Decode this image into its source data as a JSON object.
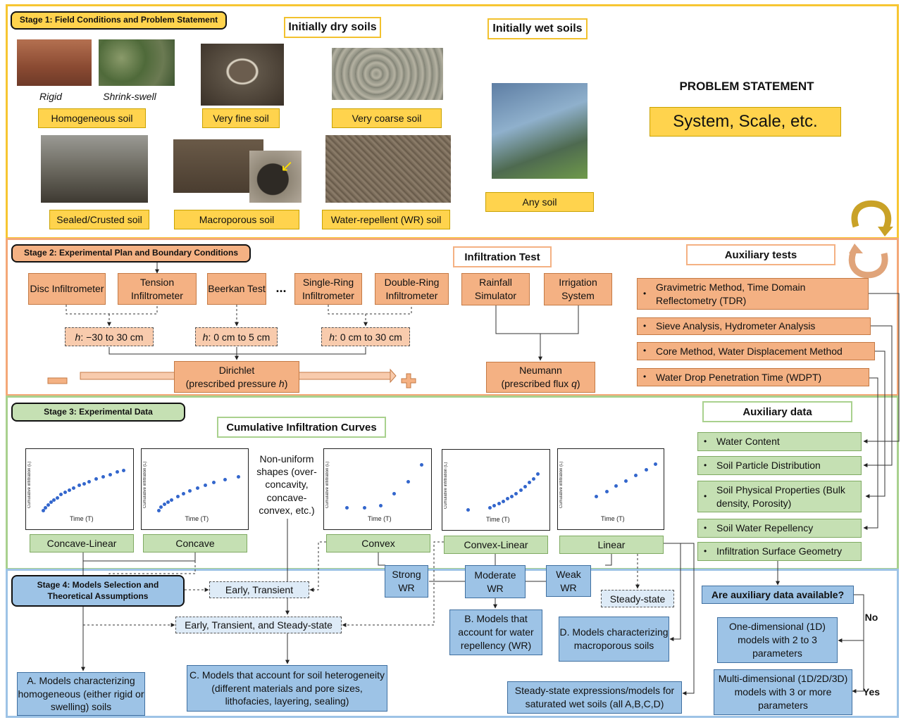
{
  "stage1": {
    "title": "Stage 1: Field Conditions and Problem Statement",
    "dry_heading": "Initially dry soils",
    "wet_heading": "Initially wet soils",
    "captions": {
      "rigid": "Rigid",
      "shrink_swell": "Shrink-swell"
    },
    "labels": {
      "homogeneous": "Homogeneous soil",
      "very_fine": "Very fine soil",
      "very_coarse": "Very coarse soil",
      "sealed": "Sealed/Crusted soil",
      "macroporous": "Macroporous soil",
      "water_repellent": "Water-repellent (WR) soil",
      "any_soil": "Any soil"
    },
    "problem_statement": "PROBLEM STATEMENT",
    "system_scale": "System, Scale, etc."
  },
  "stage2": {
    "title": "Stage 2: Experimental Plan and Boundary Conditions",
    "infiltration_test": "Infiltration Test",
    "auxiliary_tests": "Auxiliary tests",
    "methods": {
      "disc": "Disc Infiltrometer",
      "tension": "Tension Infiltrometer",
      "beerkan": "Beerkan Test",
      "ellipsis": "...",
      "single_ring": "Single-Ring Infiltrometer",
      "double_ring": "Double-Ring Infiltrometer",
      "rainfall": "Rainfall Simulator",
      "irrigation": "Irrigation System"
    },
    "heads": {
      "h1_var": "h",
      "h1_range": ": −30 to 30 cm",
      "h2_var": "h",
      "h2_range": ": 0 cm to 5 cm",
      "h3_var": "h",
      "h3_range": ": 0 cm to 30 cm"
    },
    "dirichlet_title": "Dirichlet",
    "dirichlet_sub": "(prescribed pressure ",
    "dirichlet_var": "h",
    "dirichlet_end": ")",
    "neumann_title": "Neumann",
    "neumann_sub": "(prescribed flux ",
    "neumann_var": "q",
    "neumann_end": ")",
    "aux_items": [
      "Gravimetric Method, Time Domain Reflectometry (TDR)",
      "Sieve Analysis, Hydrometer Analysis",
      "Core Method, Water Displacement Method",
      "Water Drop Penetration Time (WDPT)"
    ]
  },
  "stage3": {
    "title": "Stage 3: Experimental Data",
    "curves_heading": "Cumulative Infiltration Curves",
    "y_axis_label": "Cumulative infiltration (L)",
    "x_axis_label": "Time (T)",
    "non_uniform": "Non-uniform shapes (over-concavity, concave-convex, etc.)",
    "curve_labels": {
      "concave_linear": "Concave-Linear",
      "concave": "Concave",
      "convex": "Convex",
      "convex_linear": "Convex-Linear",
      "linear": "Linear"
    },
    "auxiliary_data_heading": "Auxiliary data",
    "aux_data_items": [
      "Water Content",
      "Soil Particle Distribution",
      "Soil Physical Properties (Bulk density, Porosity)",
      "Soil Water Repellency",
      "Infiltration Surface Geometry"
    ],
    "wr_levels": {
      "strong": "Strong WR",
      "moderate": "Moderate WR",
      "weak": "Weak WR"
    }
  },
  "stage4": {
    "title": "Stage 4: Models Selection and Theoretical Assumptions",
    "early_transient": "Early, Transient",
    "early_transient_steady": "Early, Transient, and Steady-state",
    "steady_state": "Steady-state",
    "model_a": "A. Models characterizing homogeneous (either rigid or swelling) soils",
    "model_b": "B. Models that account for water repellency (WR)",
    "model_c": "C. Models that account for soil heterogeneity (different materials and pore sizes, lithofacies, layering, sealing)",
    "model_d": "D. Models characterizing macroporous soils",
    "steady_wet": "Steady-state expressions/models for saturated wet soils (all  A,B,C,D)",
    "question": "Are auxiliary data available?",
    "no": "No",
    "yes": "Yes",
    "one_d": "One-dimensional (1D) models with 2 to 3 parameters",
    "multi_d": "Multi-dimensional (1D/2D/3D) models with 3 or more parameters"
  },
  "chart_data": [
    {
      "type": "scatter",
      "name": "Concave-Linear",
      "xlabel": "Time (T)",
      "ylabel": "Cumulative infiltration (L)",
      "x": [
        0.05,
        0.08,
        0.11,
        0.14,
        0.17,
        0.21,
        0.25,
        0.3,
        0.35,
        0.4,
        0.46,
        0.52,
        0.58,
        0.66,
        0.74,
        0.82,
        0.9,
        0.97
      ],
      "y": [
        0.05,
        0.1,
        0.15,
        0.2,
        0.24,
        0.28,
        0.33,
        0.37,
        0.41,
        0.45,
        0.49,
        0.52,
        0.56,
        0.6,
        0.64,
        0.68,
        0.72,
        0.75
      ]
    },
    {
      "type": "scatter",
      "name": "Concave",
      "xlabel": "Time (T)",
      "ylabel": "Cumulative infiltration (L)",
      "x": [
        0.05,
        0.08,
        0.12,
        0.16,
        0.2,
        0.27,
        0.34,
        0.41,
        0.5,
        0.59,
        0.69,
        0.82,
        0.97
      ],
      "y": [
        0.06,
        0.11,
        0.16,
        0.2,
        0.24,
        0.3,
        0.35,
        0.4,
        0.45,
        0.5,
        0.54,
        0.59,
        0.64
      ]
    },
    {
      "type": "scatter",
      "name": "Convex",
      "xlabel": "Time (T)",
      "ylabel": "Cumulative infiltration (L)",
      "x": [
        0.12,
        0.32,
        0.5,
        0.66,
        0.82,
        0.97
      ],
      "y": [
        0.1,
        0.1,
        0.14,
        0.35,
        0.55,
        0.85
      ]
    },
    {
      "type": "scatter",
      "name": "Convex-Linear",
      "xlabel": "Time (T)",
      "ylabel": "Cumulative infiltration (L)",
      "x": [
        0.15,
        0.4,
        0.45,
        0.5,
        0.55,
        0.6,
        0.65,
        0.7,
        0.75,
        0.8,
        0.85,
        0.9,
        0.95
      ],
      "y": [
        0.08,
        0.12,
        0.15,
        0.19,
        0.23,
        0.27,
        0.31,
        0.36,
        0.42,
        0.48,
        0.55,
        0.62,
        0.7
      ]
    },
    {
      "type": "scatter",
      "name": "Linear",
      "xlabel": "Time (T)",
      "ylabel": "Cumulative infiltration (L)",
      "x": [
        0.3,
        0.42,
        0.53,
        0.64,
        0.76,
        0.88,
        0.99
      ],
      "y": [
        0.3,
        0.39,
        0.48,
        0.57,
        0.67,
        0.76,
        0.86
      ]
    }
  ],
  "colors": {
    "stage1": "#f7c632",
    "stage2": "#f4a878",
    "stage3": "#a9d18e",
    "stage4": "#9dc3e6"
  }
}
